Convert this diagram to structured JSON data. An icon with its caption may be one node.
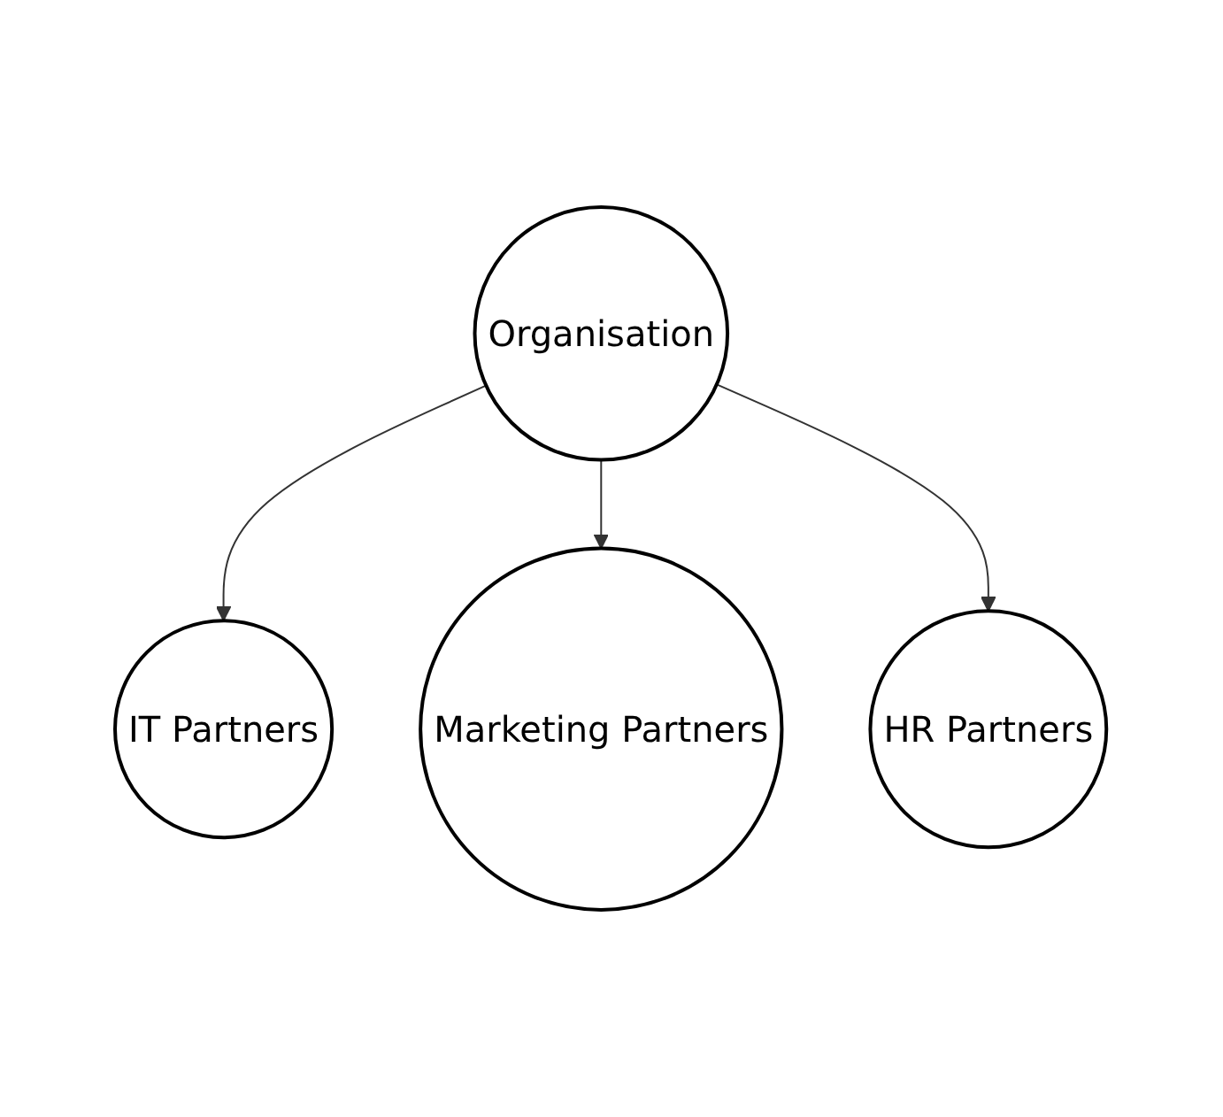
{
  "diagram": {
    "nodes": [
      {
        "text": [
          "IT Partners"
        ]
      },
      {
        "text": [
          "Organisation"
        ]
      },
      {
        "text": [
          "Marketing Partners"
        ]
      },
      {
        "text": [
          "HR Partners"
        ]
      }
    ],
    "edges": [
      {
        "from": 1,
        "to": 0,
        "arrow": "to"
      },
      {
        "from": 1,
        "to": 2,
        "arrow": "to"
      },
      {
        "from": 1,
        "to": 3,
        "arrow": "to"
      }
    ]
  }
}
